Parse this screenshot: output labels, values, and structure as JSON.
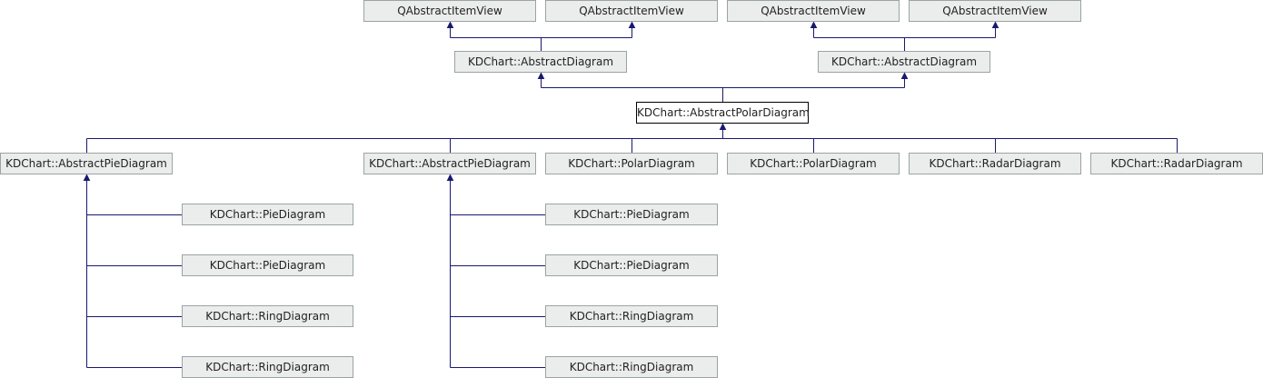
{
  "colors": {
    "edge": "#191970",
    "node_fill": "#eaedec",
    "node_border": "#9aa4a2",
    "focus_fill": "#ffffff",
    "focus_border": "#000000"
  },
  "nodes": [
    {
      "label": "QAbstractItemView"
    },
    {
      "label": "QAbstractItemView"
    },
    {
      "label": "QAbstractItemView"
    },
    {
      "label": "QAbstractItemView"
    },
    {
      "label": "KDChart::AbstractDiagram"
    },
    {
      "label": "KDChart::AbstractDiagram"
    },
    {
      "label": "KDChart::AbstractPolarDiagram"
    },
    {
      "label": "KDChart::AbstractPieDiagram"
    },
    {
      "label": "KDChart::AbstractPieDiagram"
    },
    {
      "label": "KDChart::PolarDiagram"
    },
    {
      "label": "KDChart::PolarDiagram"
    },
    {
      "label": "KDChart::RadarDiagram"
    },
    {
      "label": "KDChart::RadarDiagram"
    },
    {
      "label": "KDChart::PieDiagram"
    },
    {
      "label": "KDChart::PieDiagram"
    },
    {
      "label": "KDChart::RingDiagram"
    },
    {
      "label": "KDChart::RingDiagram"
    },
    {
      "label": "KDChart::PieDiagram"
    },
    {
      "label": "KDChart::PieDiagram"
    },
    {
      "label": "KDChart::RingDiagram"
    },
    {
      "label": "KDChart::RingDiagram"
    }
  ]
}
